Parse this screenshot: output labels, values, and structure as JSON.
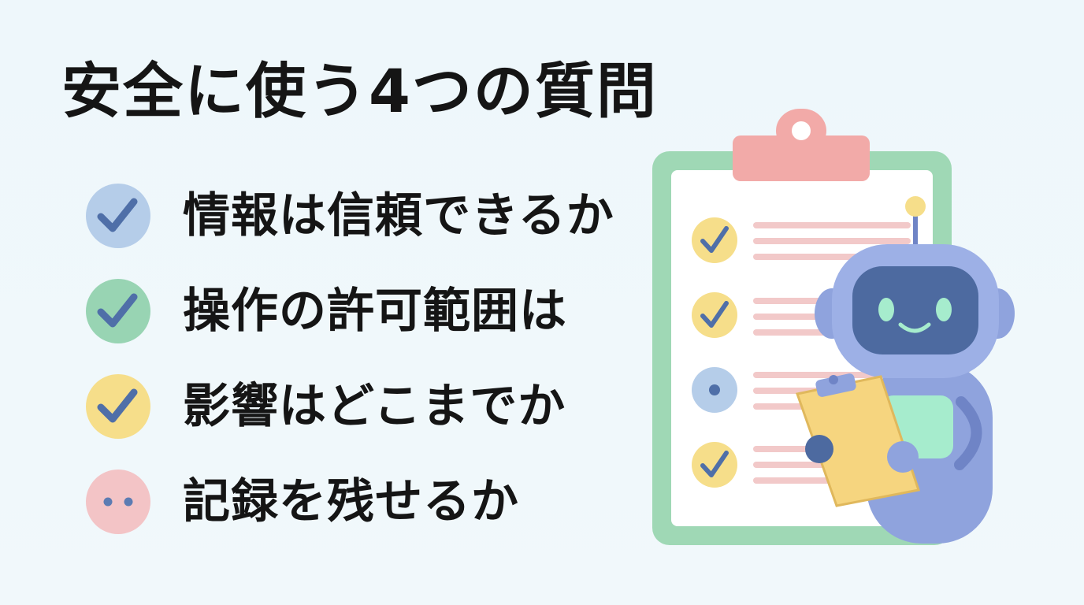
{
  "title": "安全に使う4つの質問",
  "items": [
    {
      "label": "情報は信頼できるか",
      "icon": "check-circle-icon",
      "color": "#b5cde9",
      "mark": "#4f6fa8"
    },
    {
      "label": "操作の許可範囲は",
      "icon": "check-circle-icon",
      "color": "#98d4b3",
      "mark": "#4f6fa8"
    },
    {
      "label": "影響はどこまでか",
      "icon": "check-circle-icon",
      "color": "#f6de8a",
      "mark": "#4f6fa8"
    },
    {
      "label": "記録を残せるか",
      "icon": "dots-circle-icon",
      "color": "#f3c4c6",
      "mark": "#5c7cb3"
    }
  ],
  "colors": {
    "clipboard_frame": "#9fd8b5",
    "clipboard_clip": "#f2aaa8",
    "robot_body": "#8fa3dd",
    "robot_face": "#4d6aa0",
    "robot_eyes": "#a6eccd"
  }
}
